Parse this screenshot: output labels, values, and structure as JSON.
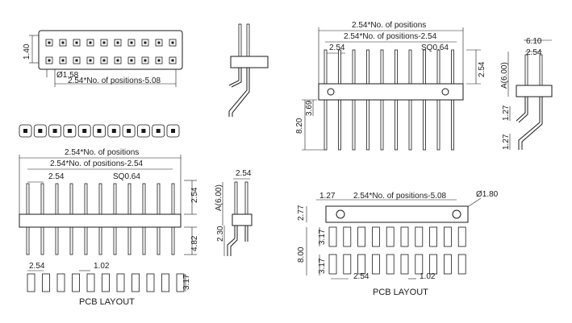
{
  "top_left_view": {
    "dim_height": "1.40",
    "dim_hole": "Ø1.58",
    "dim_span": "2.54*No. of positions-5.08"
  },
  "top_right_view": {
    "dim_overall": "2.54*No. of positions",
    "dim_span": "2.54*No. of positions-2.54",
    "dim_pitch": "2.54",
    "dim_square": "SQ0.64",
    "dim_right": "2.54",
    "dim_369": "3.69",
    "dim_820": "8.20"
  },
  "top_right_side": {
    "dim_610": "6.10",
    "dim_254": "2.54",
    "dim_a600": "A(6.00)",
    "dim_127a": "1.27",
    "dim_127b": "1.27"
  },
  "bottom_left_view": {
    "dim_overall": "2.54*No. of positions",
    "dim_span": "2.54*No. of positions-2.54",
    "dim_pitch": "2.54",
    "dim_square": "SQ0.64",
    "dim_right_254": "2.54",
    "dim_482": "4.82",
    "pcb_pitch": "2.54",
    "pcb_pad": "1.02",
    "pcb_height": "3.17",
    "pcb_label": "PCB LAYOUT"
  },
  "bottom_mid_side": {
    "dim_254": "2.54",
    "dim_a600": "A(6.00)",
    "dim_230": "2.30"
  },
  "bottom_right_view": {
    "dim_127": "1.27",
    "dim_span": "2.54*No. of positions-5.08",
    "dim_hole": "Ø1.80",
    "dim_277": "2.77",
    "dim_800": "8.00",
    "dim_317a": "3.17",
    "dim_317b": "3.17",
    "dim_pitch": "2.54",
    "dim_pad": "1.02",
    "pcb_label": "PCB LAYOUT"
  }
}
